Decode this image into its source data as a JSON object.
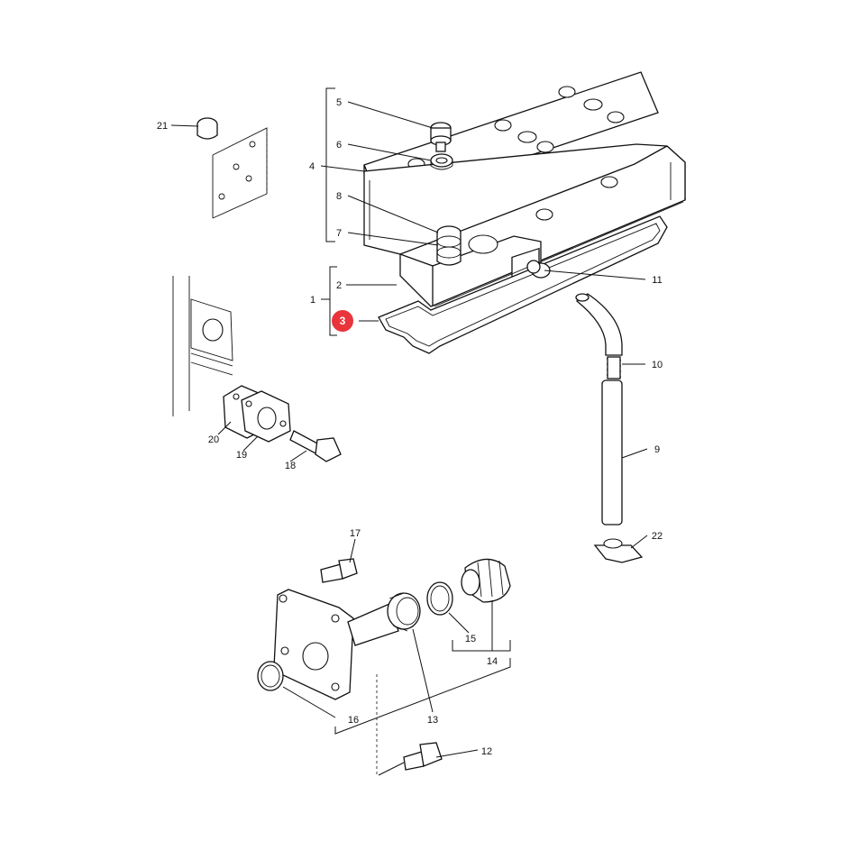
{
  "callouts": {
    "c1": "1",
    "c2": "2",
    "c3": "3",
    "c4": "4",
    "c5": "5",
    "c6": "6",
    "c7": "7",
    "c8": "8",
    "c9": "9",
    "c10": "10",
    "c11": "11",
    "c12": "12",
    "c13": "13",
    "c14": "14",
    "c15": "15",
    "c16": "16",
    "c17": "17",
    "c18": "18",
    "c19": "19",
    "c20": "20",
    "c21": "21",
    "c22": "22"
  },
  "highlight": {
    "number": "3",
    "color": "#e8343a"
  }
}
